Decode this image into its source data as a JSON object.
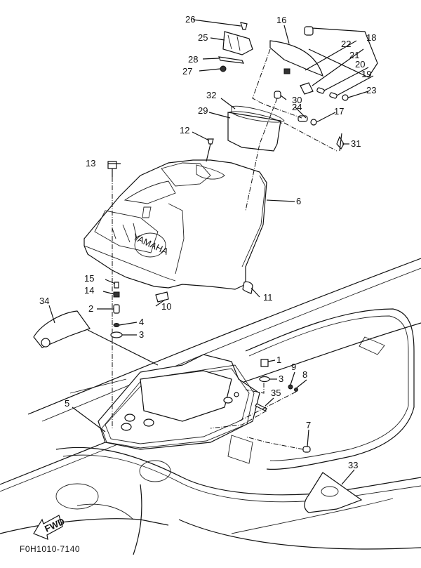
{
  "diagram": {
    "title": "Engine hatch / deck parts exploded view",
    "figure_code": "F0H1010-7140",
    "direction_arrow": "FWD",
    "logo_text": "YAMAHA",
    "labels": [
      {
        "id": "1",
        "text": "1"
      },
      {
        "id": "2",
        "text": "2"
      },
      {
        "id": "3a",
        "text": "3"
      },
      {
        "id": "3b",
        "text": "3"
      },
      {
        "id": "4",
        "text": "4"
      },
      {
        "id": "5",
        "text": "5"
      },
      {
        "id": "6",
        "text": "6"
      },
      {
        "id": "7",
        "text": "7"
      },
      {
        "id": "8",
        "text": "8"
      },
      {
        "id": "9",
        "text": "9"
      },
      {
        "id": "10",
        "text": "10"
      },
      {
        "id": "11",
        "text": "11"
      },
      {
        "id": "12",
        "text": "12"
      },
      {
        "id": "13",
        "text": "13"
      },
      {
        "id": "14",
        "text": "14"
      },
      {
        "id": "15",
        "text": "15"
      },
      {
        "id": "16",
        "text": "16"
      },
      {
        "id": "17",
        "text": "17"
      },
      {
        "id": "18",
        "text": "18"
      },
      {
        "id": "19",
        "text": "19"
      },
      {
        "id": "20",
        "text": "20"
      },
      {
        "id": "21",
        "text": "21"
      },
      {
        "id": "22",
        "text": "22"
      },
      {
        "id": "23",
        "text": "23"
      },
      {
        "id": "24",
        "text": "24"
      },
      {
        "id": "25",
        "text": "25"
      },
      {
        "id": "26",
        "text": "26"
      },
      {
        "id": "27",
        "text": "27"
      },
      {
        "id": "28",
        "text": "28"
      },
      {
        "id": "29",
        "text": "29"
      },
      {
        "id": "30",
        "text": "30"
      },
      {
        "id": "31",
        "text": "31"
      },
      {
        "id": "32",
        "text": "32"
      },
      {
        "id": "33",
        "text": "33"
      },
      {
        "id": "34",
        "text": "34"
      },
      {
        "id": "35",
        "text": "35"
      }
    ]
  }
}
